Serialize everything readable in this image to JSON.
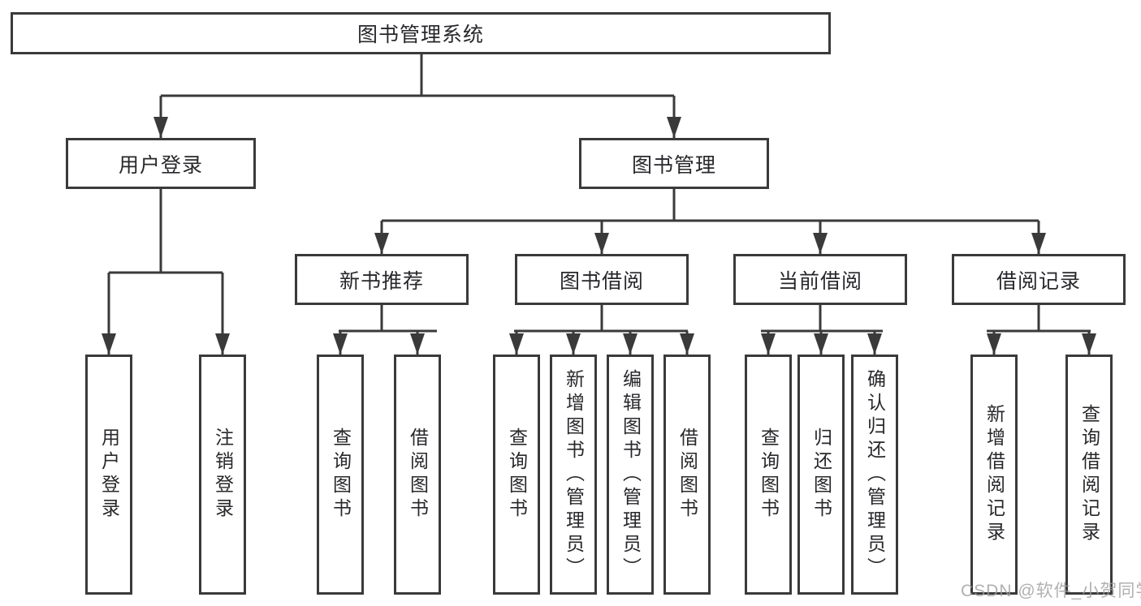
{
  "diagram": {
    "root": {
      "label": "图书管理系统"
    },
    "branches": {
      "user_login": {
        "label": "用户登录",
        "children": {
          "login": {
            "label": "用户登录"
          },
          "logout": {
            "label": "注销登录"
          }
        }
      },
      "book_management": {
        "label": "图书管理",
        "children": {
          "new_book_recommend": {
            "label": "新书推荐",
            "children": {
              "query_book": {
                "label": "查询图书"
              },
              "borrow_book": {
                "label": "借阅图书"
              }
            }
          },
          "book_borrow": {
            "label": "图书借阅",
            "children": {
              "query_book": {
                "label": "查询图书"
              },
              "add_book": {
                "label": "新增图书（管理员）"
              },
              "edit_book": {
                "label": "编辑图书（管理员）"
              },
              "borrow_book": {
                "label": "借阅图书"
              }
            }
          },
          "current_borrow": {
            "label": "当前借阅",
            "children": {
              "query_book": {
                "label": "查询图书"
              },
              "return_book": {
                "label": "归还图书"
              },
              "confirm_return": {
                "label": "确认归还（管理员）"
              }
            }
          },
          "borrow_records": {
            "label": "借阅记录",
            "children": {
              "add_record": {
                "label": "新增借阅记录"
              },
              "query_record": {
                "label": "查询借阅记录"
              }
            }
          }
        }
      }
    }
  },
  "watermark": {
    "text": "CSDN @软件_小贺同学"
  },
  "colors": {
    "line": "#3a3a3a",
    "box_border": "#3a3a3a",
    "box_fill": "#ffffff",
    "text": "#28282c",
    "watermark": "#9d9d9d",
    "background": "#ffffff"
  }
}
